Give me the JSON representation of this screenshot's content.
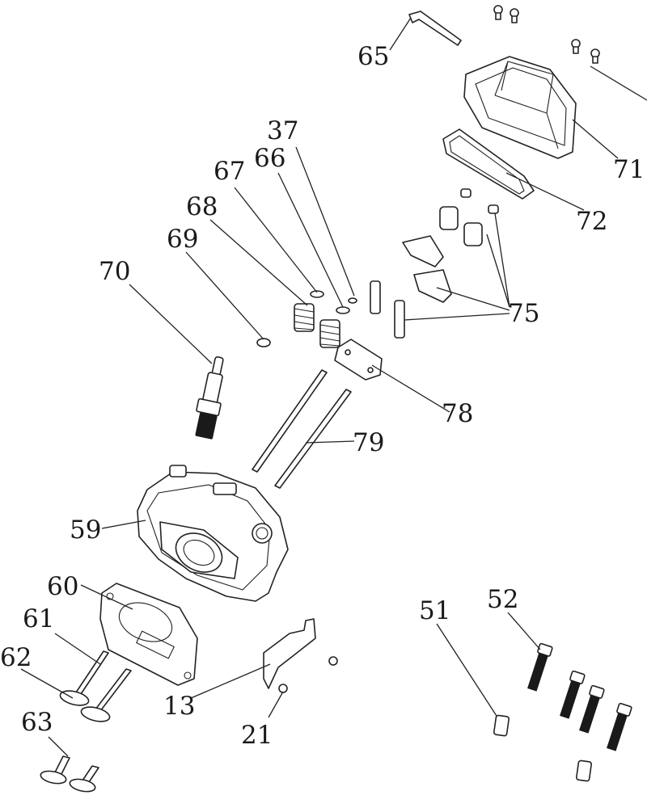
{
  "diagram": {
    "callouts": [
      {
        "id": "65",
        "label": "65"
      },
      {
        "id": "71",
        "label": "71"
      },
      {
        "id": "72",
        "label": "72"
      },
      {
        "id": "37",
        "label": "37"
      },
      {
        "id": "66",
        "label": "66"
      },
      {
        "id": "67",
        "label": "67"
      },
      {
        "id": "68",
        "label": "68"
      },
      {
        "id": "69",
        "label": "69"
      },
      {
        "id": "70",
        "label": "70"
      },
      {
        "id": "75",
        "label": "75"
      },
      {
        "id": "78",
        "label": "78"
      },
      {
        "id": "79",
        "label": "79"
      },
      {
        "id": "59",
        "label": "59"
      },
      {
        "id": "60",
        "label": "60"
      },
      {
        "id": "61",
        "label": "61"
      },
      {
        "id": "62",
        "label": "62"
      },
      {
        "id": "63",
        "label": "63"
      },
      {
        "id": "13",
        "label": "13"
      },
      {
        "id": "21",
        "label": "21"
      },
      {
        "id": "51",
        "label": "51"
      },
      {
        "id": "52",
        "label": "52"
      }
    ]
  }
}
